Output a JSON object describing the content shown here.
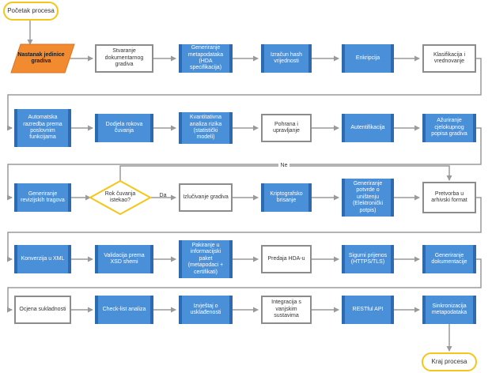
{
  "colors": {
    "accent": "#4a90d9",
    "accent_dark": "#2e6ab0",
    "terminal": "#f5c518",
    "manual": "#f28a2f",
    "arrow": "#9a9a9a"
  },
  "start": "Početak procesa",
  "end": "Kraj procesa",
  "row1": {
    "manual": "Nastanak jedinice gradiva",
    "s2": "Stvaranje dokumentarnog gradiva",
    "s3": "Generiranje metapodataka (HDA specifikacija)",
    "s4": "Izračun hash vrijednosti",
    "s5": "Enkripcija",
    "s6": "Klasifikacija i vrednovanje"
  },
  "row2": {
    "s1": "Automatska razredba prema poslovnim funkcijama",
    "s2": "Dodjela rokova čuvanja",
    "s3": "Kvantitativna analiza rizika (statistički modeli)",
    "s4": "Pohrana i upravljanje",
    "s5": "Autentifikacija",
    "s6": "Ažuriranje cjelokupnog popisa gradiva"
  },
  "row3": {
    "s1": "Generiranje revizijskih tragova",
    "decision": "Rok čuvanja istekao?",
    "yes": "Da",
    "no": "Ne",
    "s3": "Izlučivanje gradiva",
    "s4": "Kriptografsko brisanje",
    "s5": "Generiranje potvrde o uništenju (Elektronički potpis)",
    "s6": "Pretvorba u arhivski format"
  },
  "row4": {
    "s1": "Konverzija u XML",
    "s2": "Validacija prema XSD shemi",
    "s3": "Pakiranje u informacijski paket (metapodaci + certifikati)",
    "s4": "Predaja HDA-u",
    "s5": "Sigurni prijenos (HTTPS/TLS)",
    "s6": "Generiranje dokumentacije"
  },
  "row5": {
    "s1": "Ocjena sukladnosti",
    "s2": "Check-list analiza",
    "s3": "Izvještaj o usklađenosti",
    "s4": "Integracija s vanjskim sustavima",
    "s5": "RESTful API",
    "s6": "Sinkronizacija metapodataka"
  }
}
